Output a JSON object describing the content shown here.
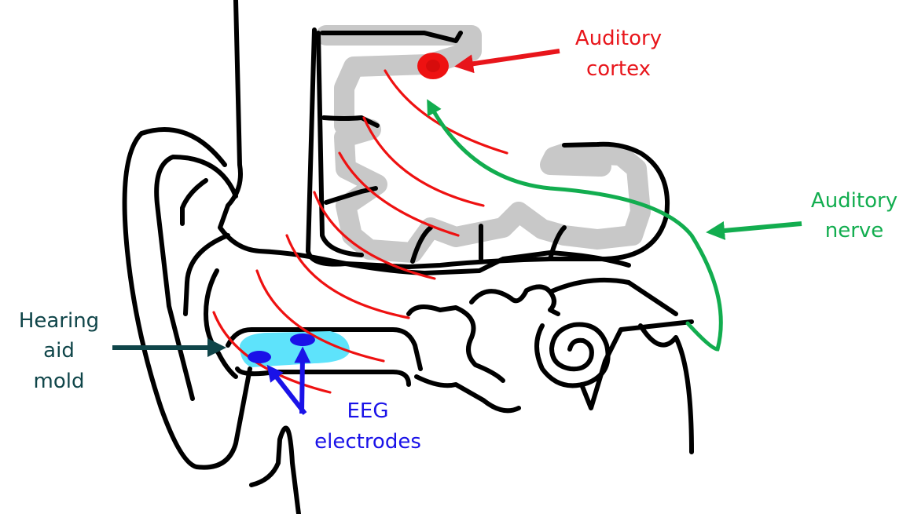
{
  "labels": {
    "auditory_cortex": [
      "Auditory",
      "cortex"
    ],
    "auditory_nerve": [
      "Auditory",
      "nerve"
    ],
    "hearing_aid_mold": [
      "Hearing",
      "aid",
      "mold"
    ],
    "eeg_electrodes": [
      "EEG",
      "electrodes"
    ]
  },
  "colors": {
    "outline": "#000000",
    "cortex": "#e8151b",
    "nerve": "#12ad4f",
    "mold_text": "#0f4549",
    "mold_fill": "#5ee3fb",
    "electrodes": "#1a12e8",
    "brain_gray": "#c8c8c8",
    "signal_lines": "#ee1111"
  },
  "icons": {
    "cortex_marker": "red-dot-icon",
    "electrode_marker": "blue-ellipse-icon"
  }
}
